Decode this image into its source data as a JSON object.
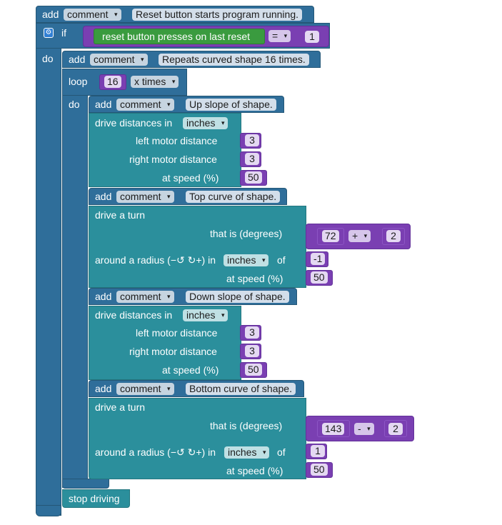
{
  "colors": {
    "control": "#2f6e9a",
    "drive": "#2b8f9c",
    "operator": "#7a3fb2",
    "sensor": "#3a9b3f"
  },
  "kw": {
    "add": "add",
    "if": "if",
    "do": "do",
    "loop": "loop",
    "x_times": "x times",
    "drive_distances_in": "drive distances in",
    "left_motor_distance": "left motor distance",
    "right_motor_distance": "right motor distance",
    "at_speed": "at speed (%)",
    "drive_a_turn": "drive a turn",
    "that_is_degrees": "that is (degrees)",
    "around_radius": "around a radius (−↺ ↻+) in",
    "of": "of",
    "stop_driving": "stop driving"
  },
  "top_comment": {
    "type": "comment",
    "text": "Reset button starts program running."
  },
  "if_block": {
    "condition": "reset button presses on last reset",
    "operator": "=",
    "value": "1"
  },
  "do_comment": {
    "type": "comment",
    "text": "Repeats curved shape 16 times."
  },
  "loop_block": {
    "count": "16"
  },
  "up_comment": {
    "type": "comment",
    "text": "Up slope of shape."
  },
  "drive1": {
    "unit": "inches",
    "left": "3",
    "right": "3",
    "speed": "50"
  },
  "top_curve_comment": {
    "type": "comment",
    "text": "Top curve of shape."
  },
  "turn1": {
    "deg_a": "72",
    "deg_op": "+",
    "deg_b": "2",
    "unit": "inches",
    "radius": "-1",
    "speed": "50"
  },
  "down_comment": {
    "type": "comment",
    "text": "Down slope of shape."
  },
  "drive2": {
    "unit": "inches",
    "left": "3",
    "right": "3",
    "speed": "50"
  },
  "bottom_curve_comment": {
    "type": "comment",
    "text": "Bottom curve of shape."
  },
  "turn2": {
    "deg_a": "143",
    "deg_op": "-",
    "deg_b": "2",
    "unit": "inches",
    "radius": "1",
    "speed": "50"
  },
  "arrow_glyph": "▾"
}
